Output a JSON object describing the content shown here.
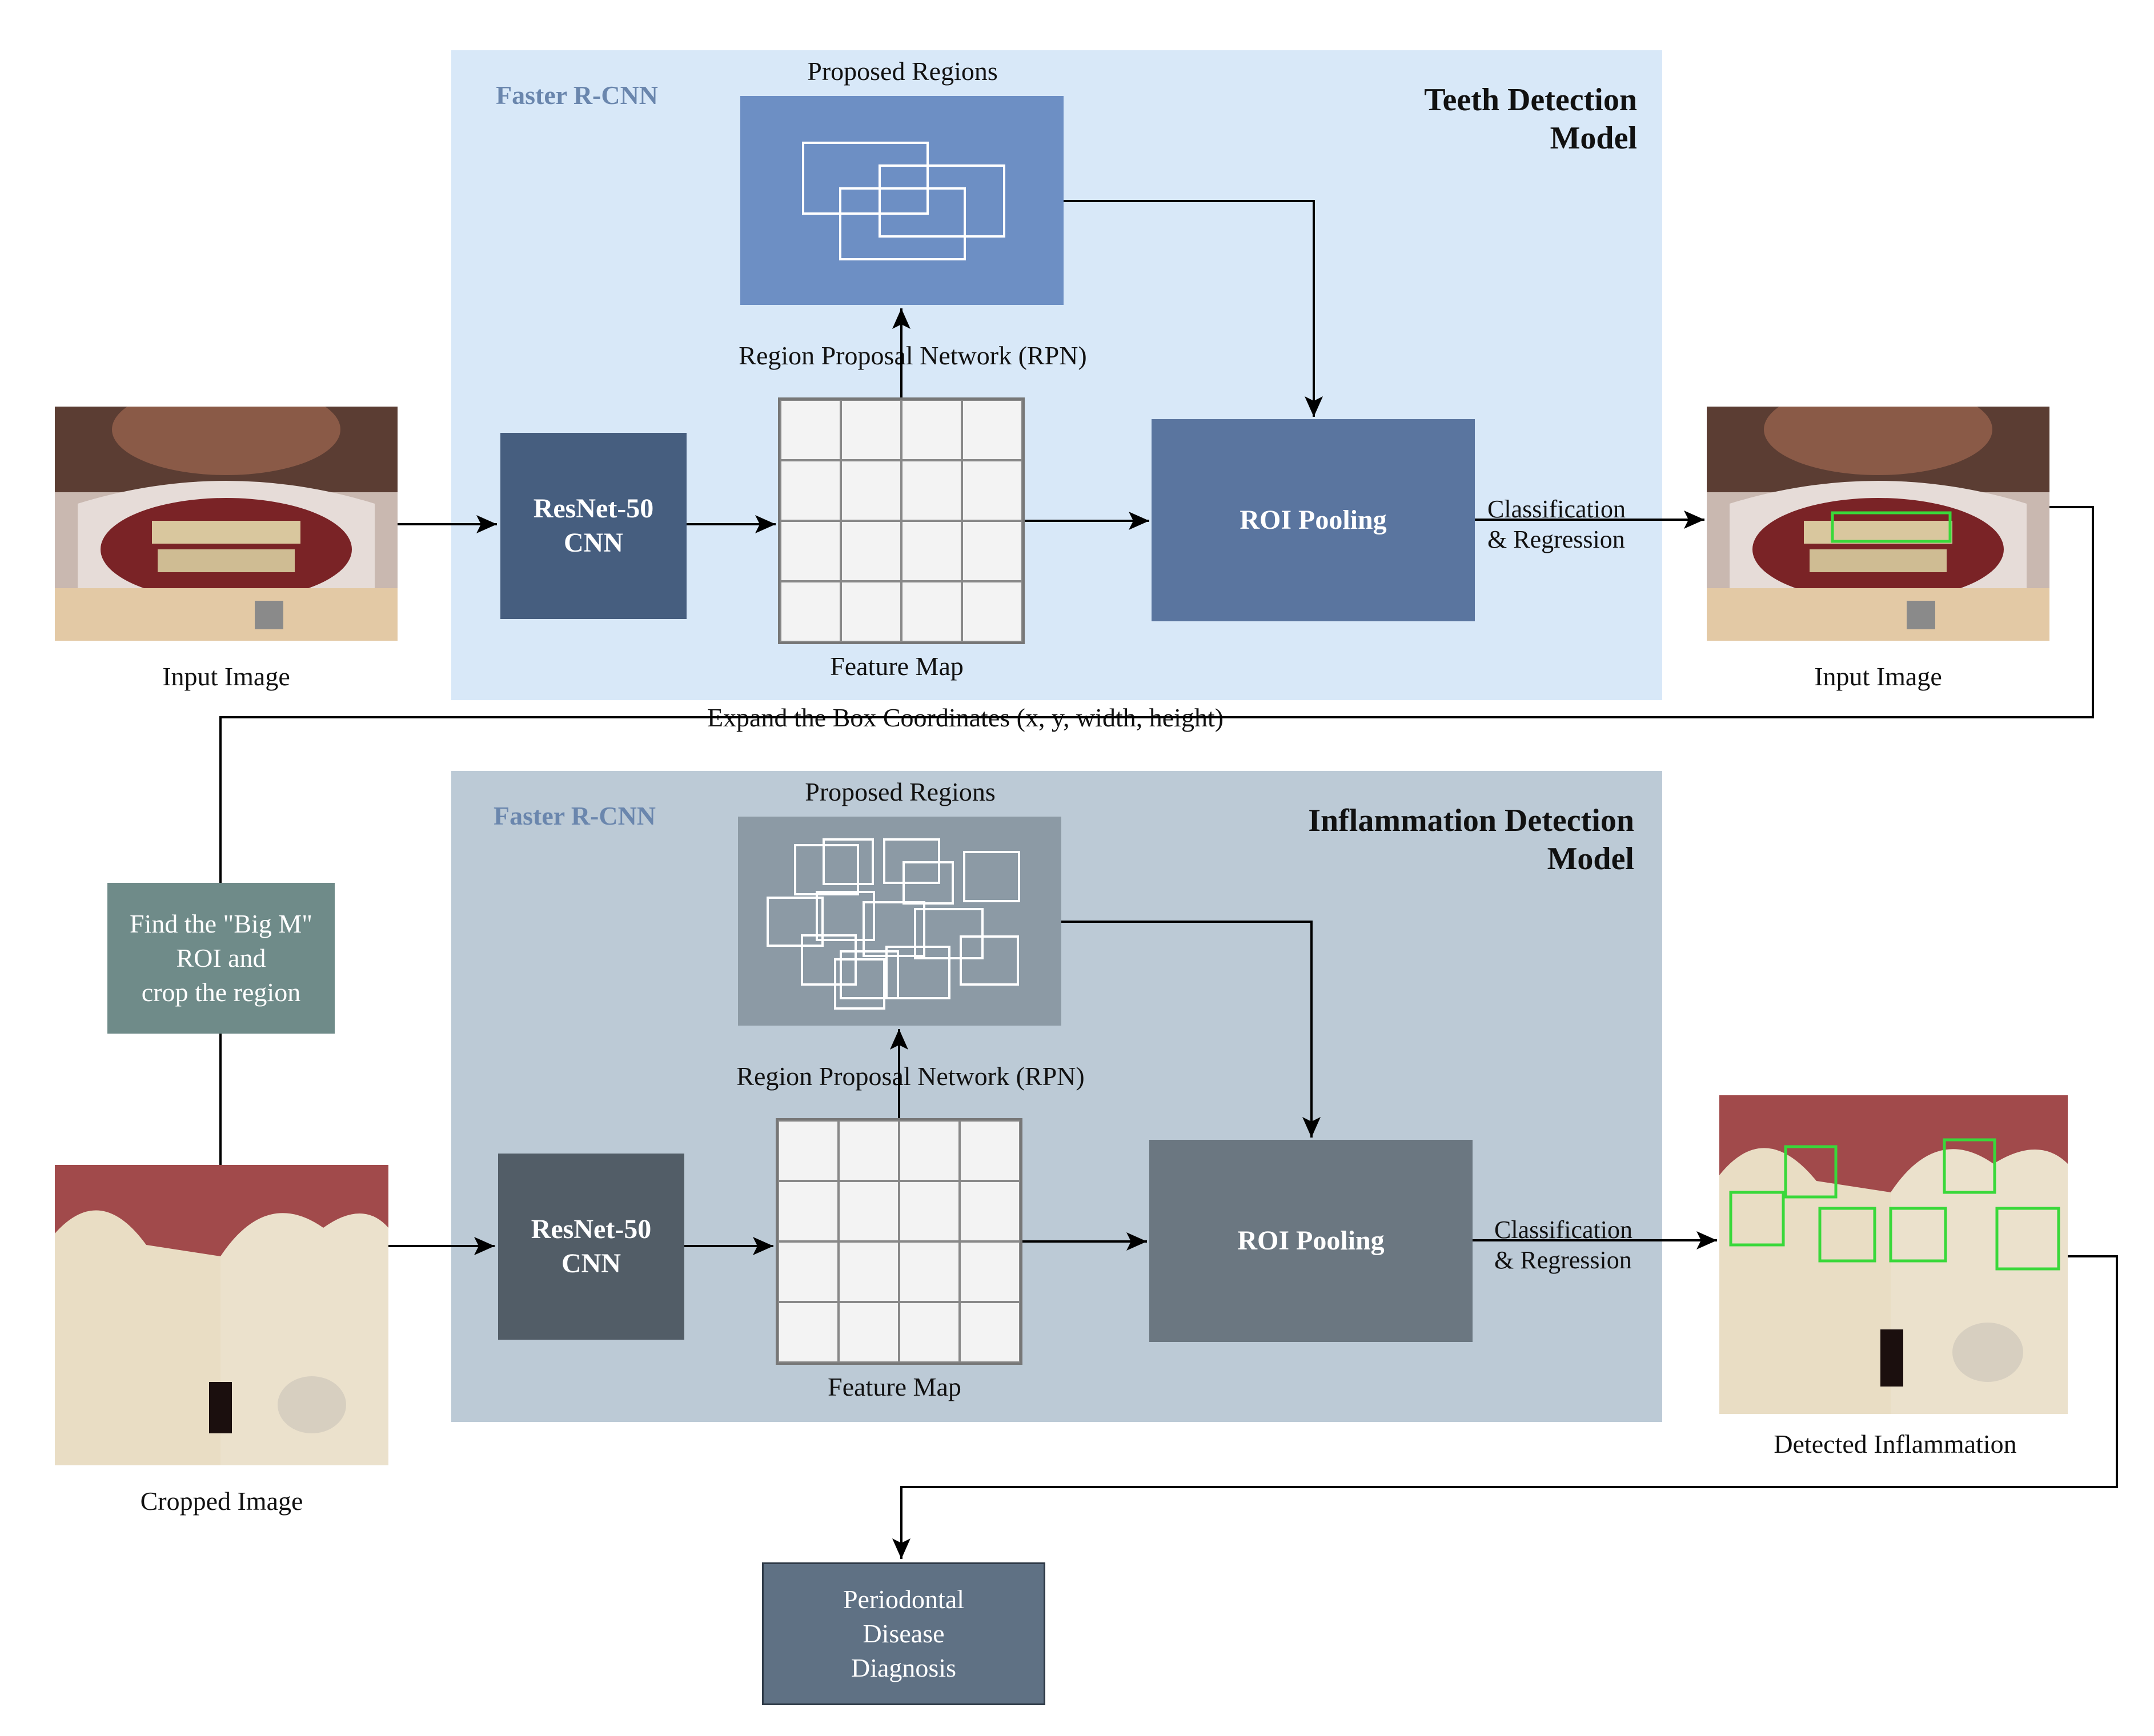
{
  "top_panel": {
    "framework": "Faster R-CNN",
    "title_line1": "Teeth Detection",
    "title_line2": "Model",
    "proposed_regions": "Proposed Regions",
    "rpn": "Region Proposal Network (RPN)",
    "backbone_line1": "ResNet-50",
    "backbone_line2": "CNN",
    "feature_map": "Feature Map",
    "roi_pooling": "ROI Pooling",
    "cls_reg_line1": "Classification",
    "cls_reg_line2": "& Regression"
  },
  "bottom_panel": {
    "framework": "Faster R-CNN",
    "title_line1": "Inflammation Detection",
    "title_line2": "Model",
    "proposed_regions": "Proposed Regions",
    "rpn": "Region Proposal Network (RPN)",
    "backbone_line1": "ResNet-50",
    "backbone_line2": "CNN",
    "feature_map": "Feature Map",
    "roi_pooling": "ROI Pooling",
    "cls_reg_line1": "Classification",
    "cls_reg_line2": "& Regression"
  },
  "labels": {
    "input_image_left": "Input Image",
    "input_image_right": "Input Image",
    "expand_box": "Expand the Box Coordinates (x, y, width, height)",
    "crop_line1": "Find the \"Big M\"",
    "crop_line2": "ROI and",
    "crop_line3": "crop the region",
    "cropped_image": "Cropped Image",
    "detected_inflammation": "Detected Inflammation",
    "diagnosis_line1": "Periodontal",
    "diagnosis_line2": "Disease",
    "diagnosis_line3": "Diagnosis"
  },
  "colors": {
    "top_panel_bg": "#d8e8f8",
    "bottom_panel_bg": "#bccad6",
    "top_proposed_bg": "#6d8fc4",
    "bottom_proposed_bg": "#8c9aa5",
    "top_resnet_bg": "#465e7f",
    "bottom_resnet_bg": "#525d67",
    "top_roi_bg": "#5a759f",
    "bottom_roi_bg": "#6b7781",
    "crop_box_bg": "#6f8b89",
    "diagnosis_bg": "#5f7184",
    "detection_green": "#39d83a"
  }
}
